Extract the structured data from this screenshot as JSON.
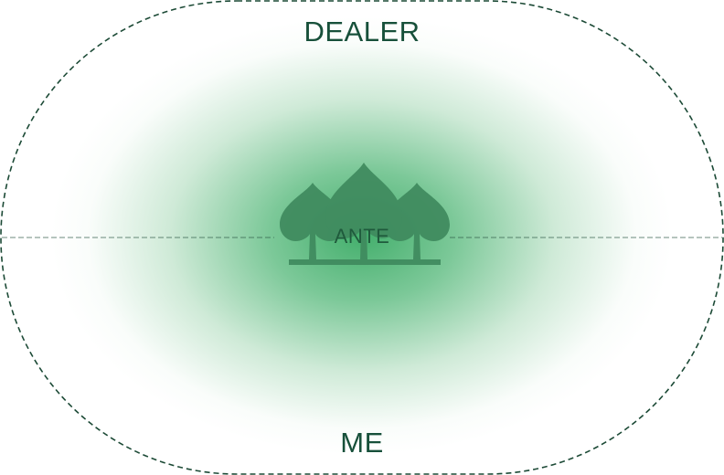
{
  "table": {
    "dealer_label": "DEALER",
    "player_label": "ME",
    "ante_label": "ANTE",
    "felt_color": "#34a860",
    "outline_color": "#1c4a36",
    "spade_color": "#3f8a5e"
  }
}
